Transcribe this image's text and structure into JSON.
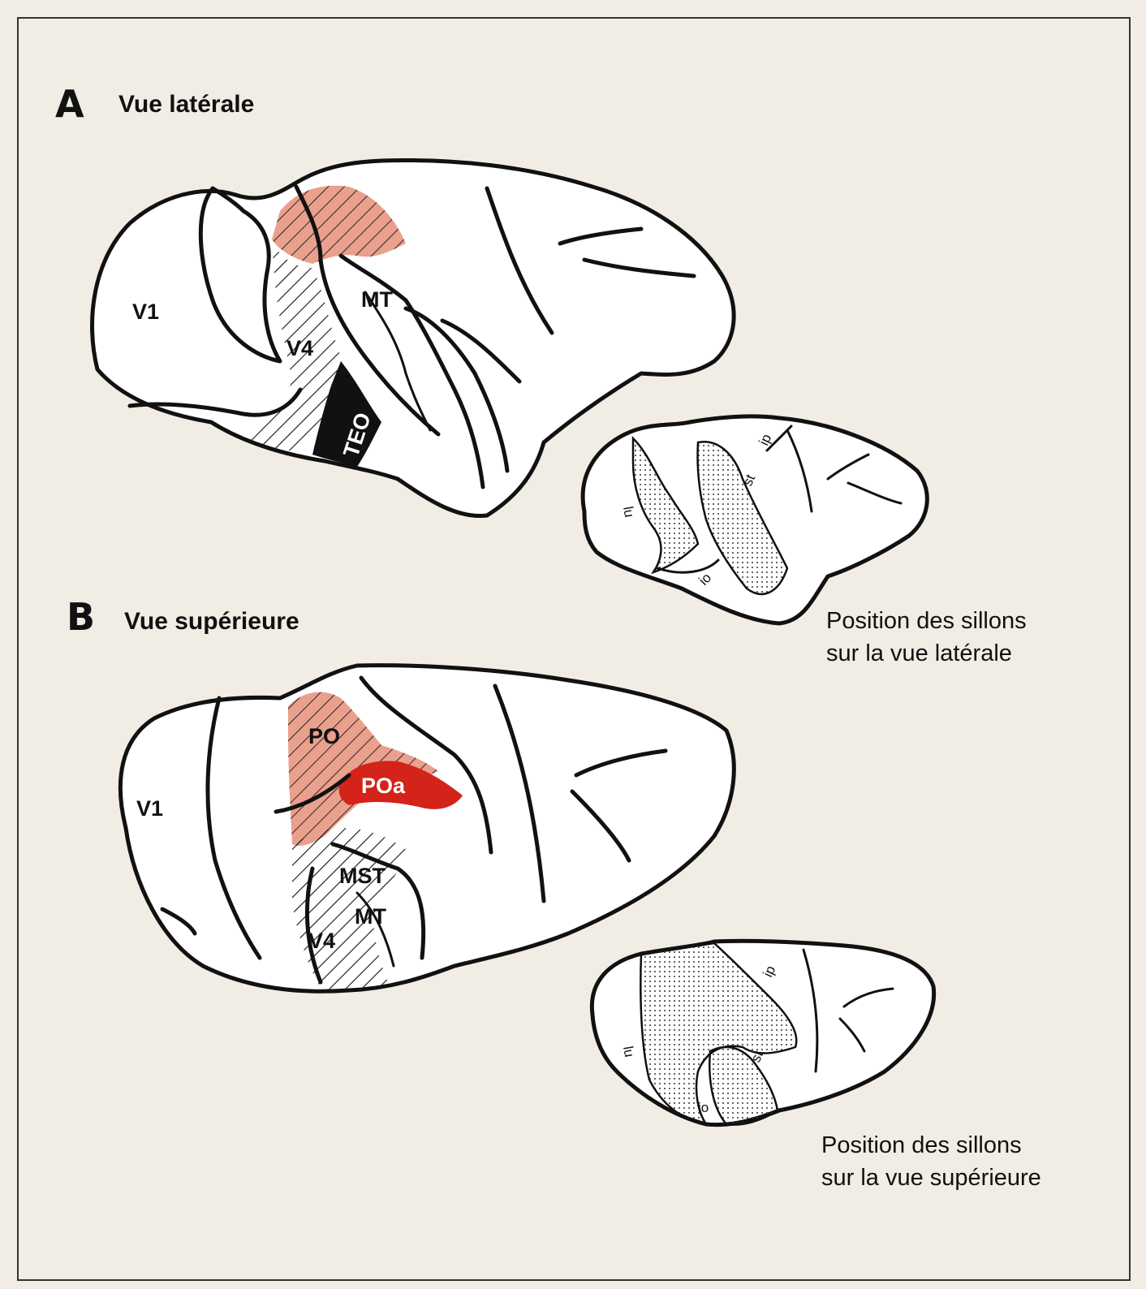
{
  "panels": {
    "a": {
      "letter": "A",
      "title": "Vue latérale",
      "areas": {
        "v1": "V1",
        "v4": "V4",
        "mt": "MT",
        "teo": "TEO"
      },
      "inset": {
        "sulci": {
          "ip": "ip",
          "st": "st",
          "lu": "lu",
          "io": "io"
        },
        "caption_line1": "Position des sillons",
        "caption_line2": "sur la vue latérale"
      }
    },
    "b": {
      "letter": "B",
      "title": "Vue supérieure",
      "areas": {
        "v1": "V1",
        "po": "PO",
        "poa": "POa",
        "mst": "MST",
        "mt": "MT",
        "v4": "V4"
      },
      "inset": {
        "sulci": {
          "ip": "ip",
          "st": "st",
          "lu": "lu",
          "io": "io"
        },
        "caption_line1": "Position des sillons",
        "caption_line2": "sur la vue supérieure"
      }
    }
  },
  "colors": {
    "background": "#f1ece4",
    "po_salmon": "#e9a08c",
    "poa_red": "#d42318",
    "teo_black": "#111111",
    "outline": "#111111"
  }
}
